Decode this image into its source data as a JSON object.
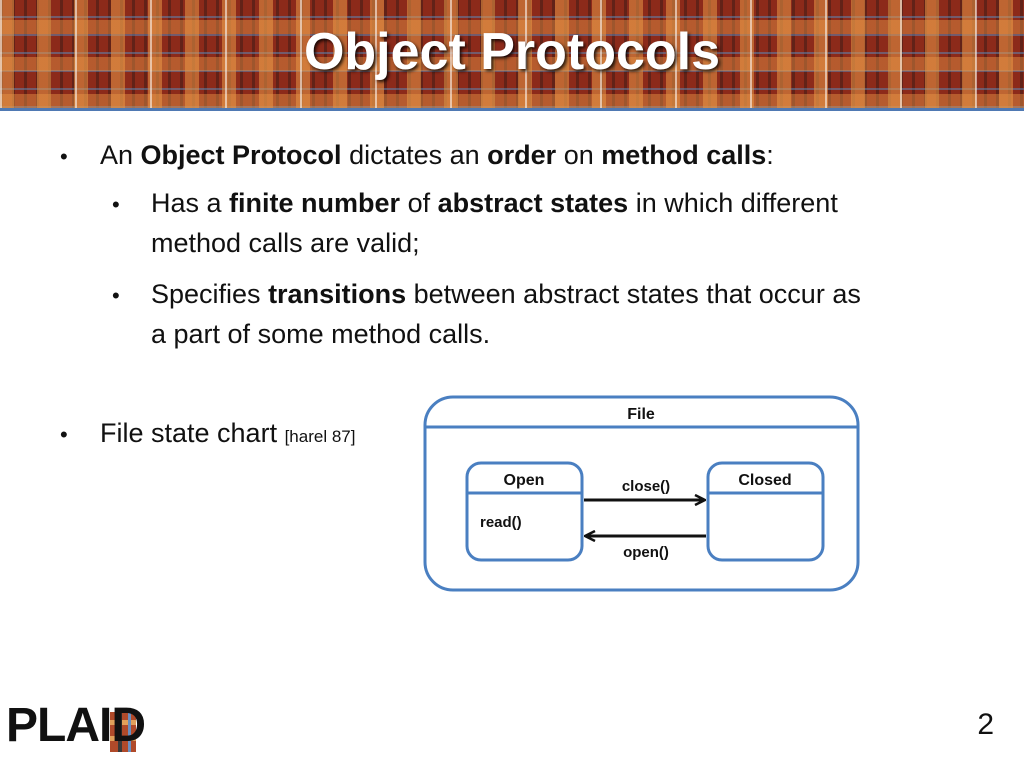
{
  "title": "Object Protocols",
  "bullets": {
    "b1": {
      "p1": "An ",
      "p2": "Object Protocol",
      "p3": " dictates an ",
      "p4": "order",
      "p5": " on ",
      "p6": "method calls",
      "p7": ":"
    },
    "b1a": {
      "p1": "Has a ",
      "p2": "finite number",
      "p3": " of ",
      "p4": "abstract states",
      "p5": " in which different",
      "line2": "method calls are valid;"
    },
    "b1b": {
      "p1": "Specifies ",
      "p2": "transitions",
      "p3": " between abstract states that occur as",
      "line2": "a part of some method calls."
    },
    "b2": {
      "p1": "File state chart ",
      "cite": "[harel 87]"
    }
  },
  "diagram": {
    "outer_label": "File",
    "open_label": "Open",
    "open_body": "read()",
    "closed_label": "Closed",
    "close_transition": "close()",
    "open_transition": "open()",
    "stroke_color": "#4a7fc1"
  },
  "footer": {
    "logo_text": "PLAID",
    "page_number": "2"
  }
}
